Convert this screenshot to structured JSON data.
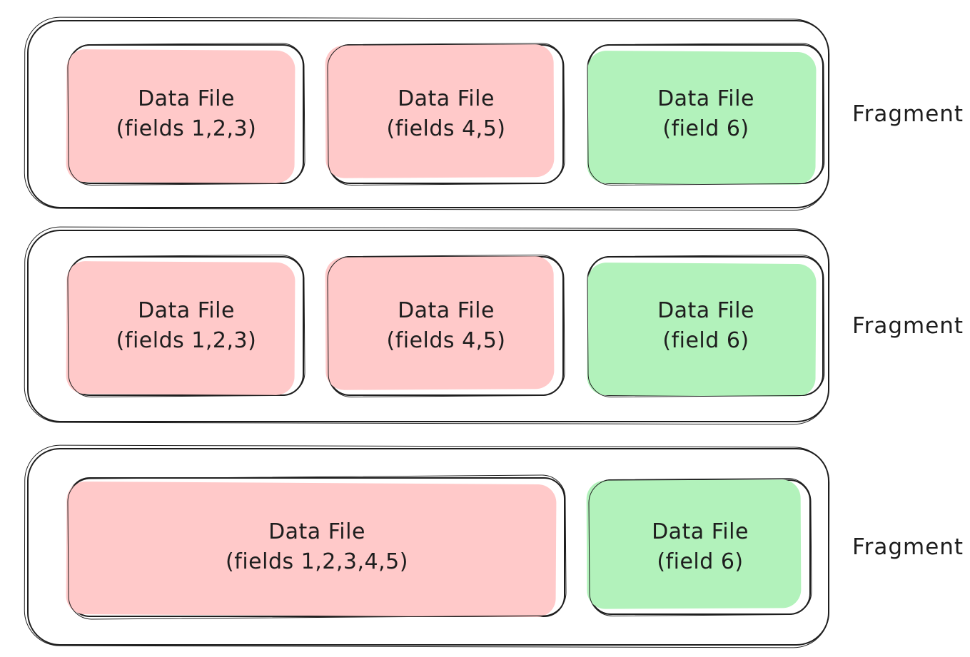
{
  "canvas": {
    "background": "#ffffff",
    "stroke_color": "#1e1e1e",
    "text_color": "#1e1e1e"
  },
  "colors": {
    "pink": "#ffc9c9",
    "green": "#b2f2bb"
  },
  "fragments": [
    {
      "label": "Fragment",
      "boxes": [
        {
          "title": "Data File",
          "subtitle": "(fields 1,2,3)",
          "color": "pink"
        },
        {
          "title": "Data File",
          "subtitle": "(fields 4,5)",
          "color": "pink"
        },
        {
          "title": "Data File",
          "subtitle": "(field 6)",
          "color": "green"
        }
      ]
    },
    {
      "label": "Fragment",
      "boxes": [
        {
          "title": "Data File",
          "subtitle": "(fields 1,2,3)",
          "color": "pink"
        },
        {
          "title": "Data File",
          "subtitle": "(fields 4,5)",
          "color": "pink"
        },
        {
          "title": "Data File",
          "subtitle": "(field 6)",
          "color": "green"
        }
      ]
    },
    {
      "label": "Fragment",
      "boxes": [
        {
          "title": "Data File",
          "subtitle": "(fields 1,2,3,4,5)",
          "color": "pink"
        },
        {
          "title": "Data File",
          "subtitle": "(field 6)",
          "color": "green"
        }
      ]
    }
  ]
}
